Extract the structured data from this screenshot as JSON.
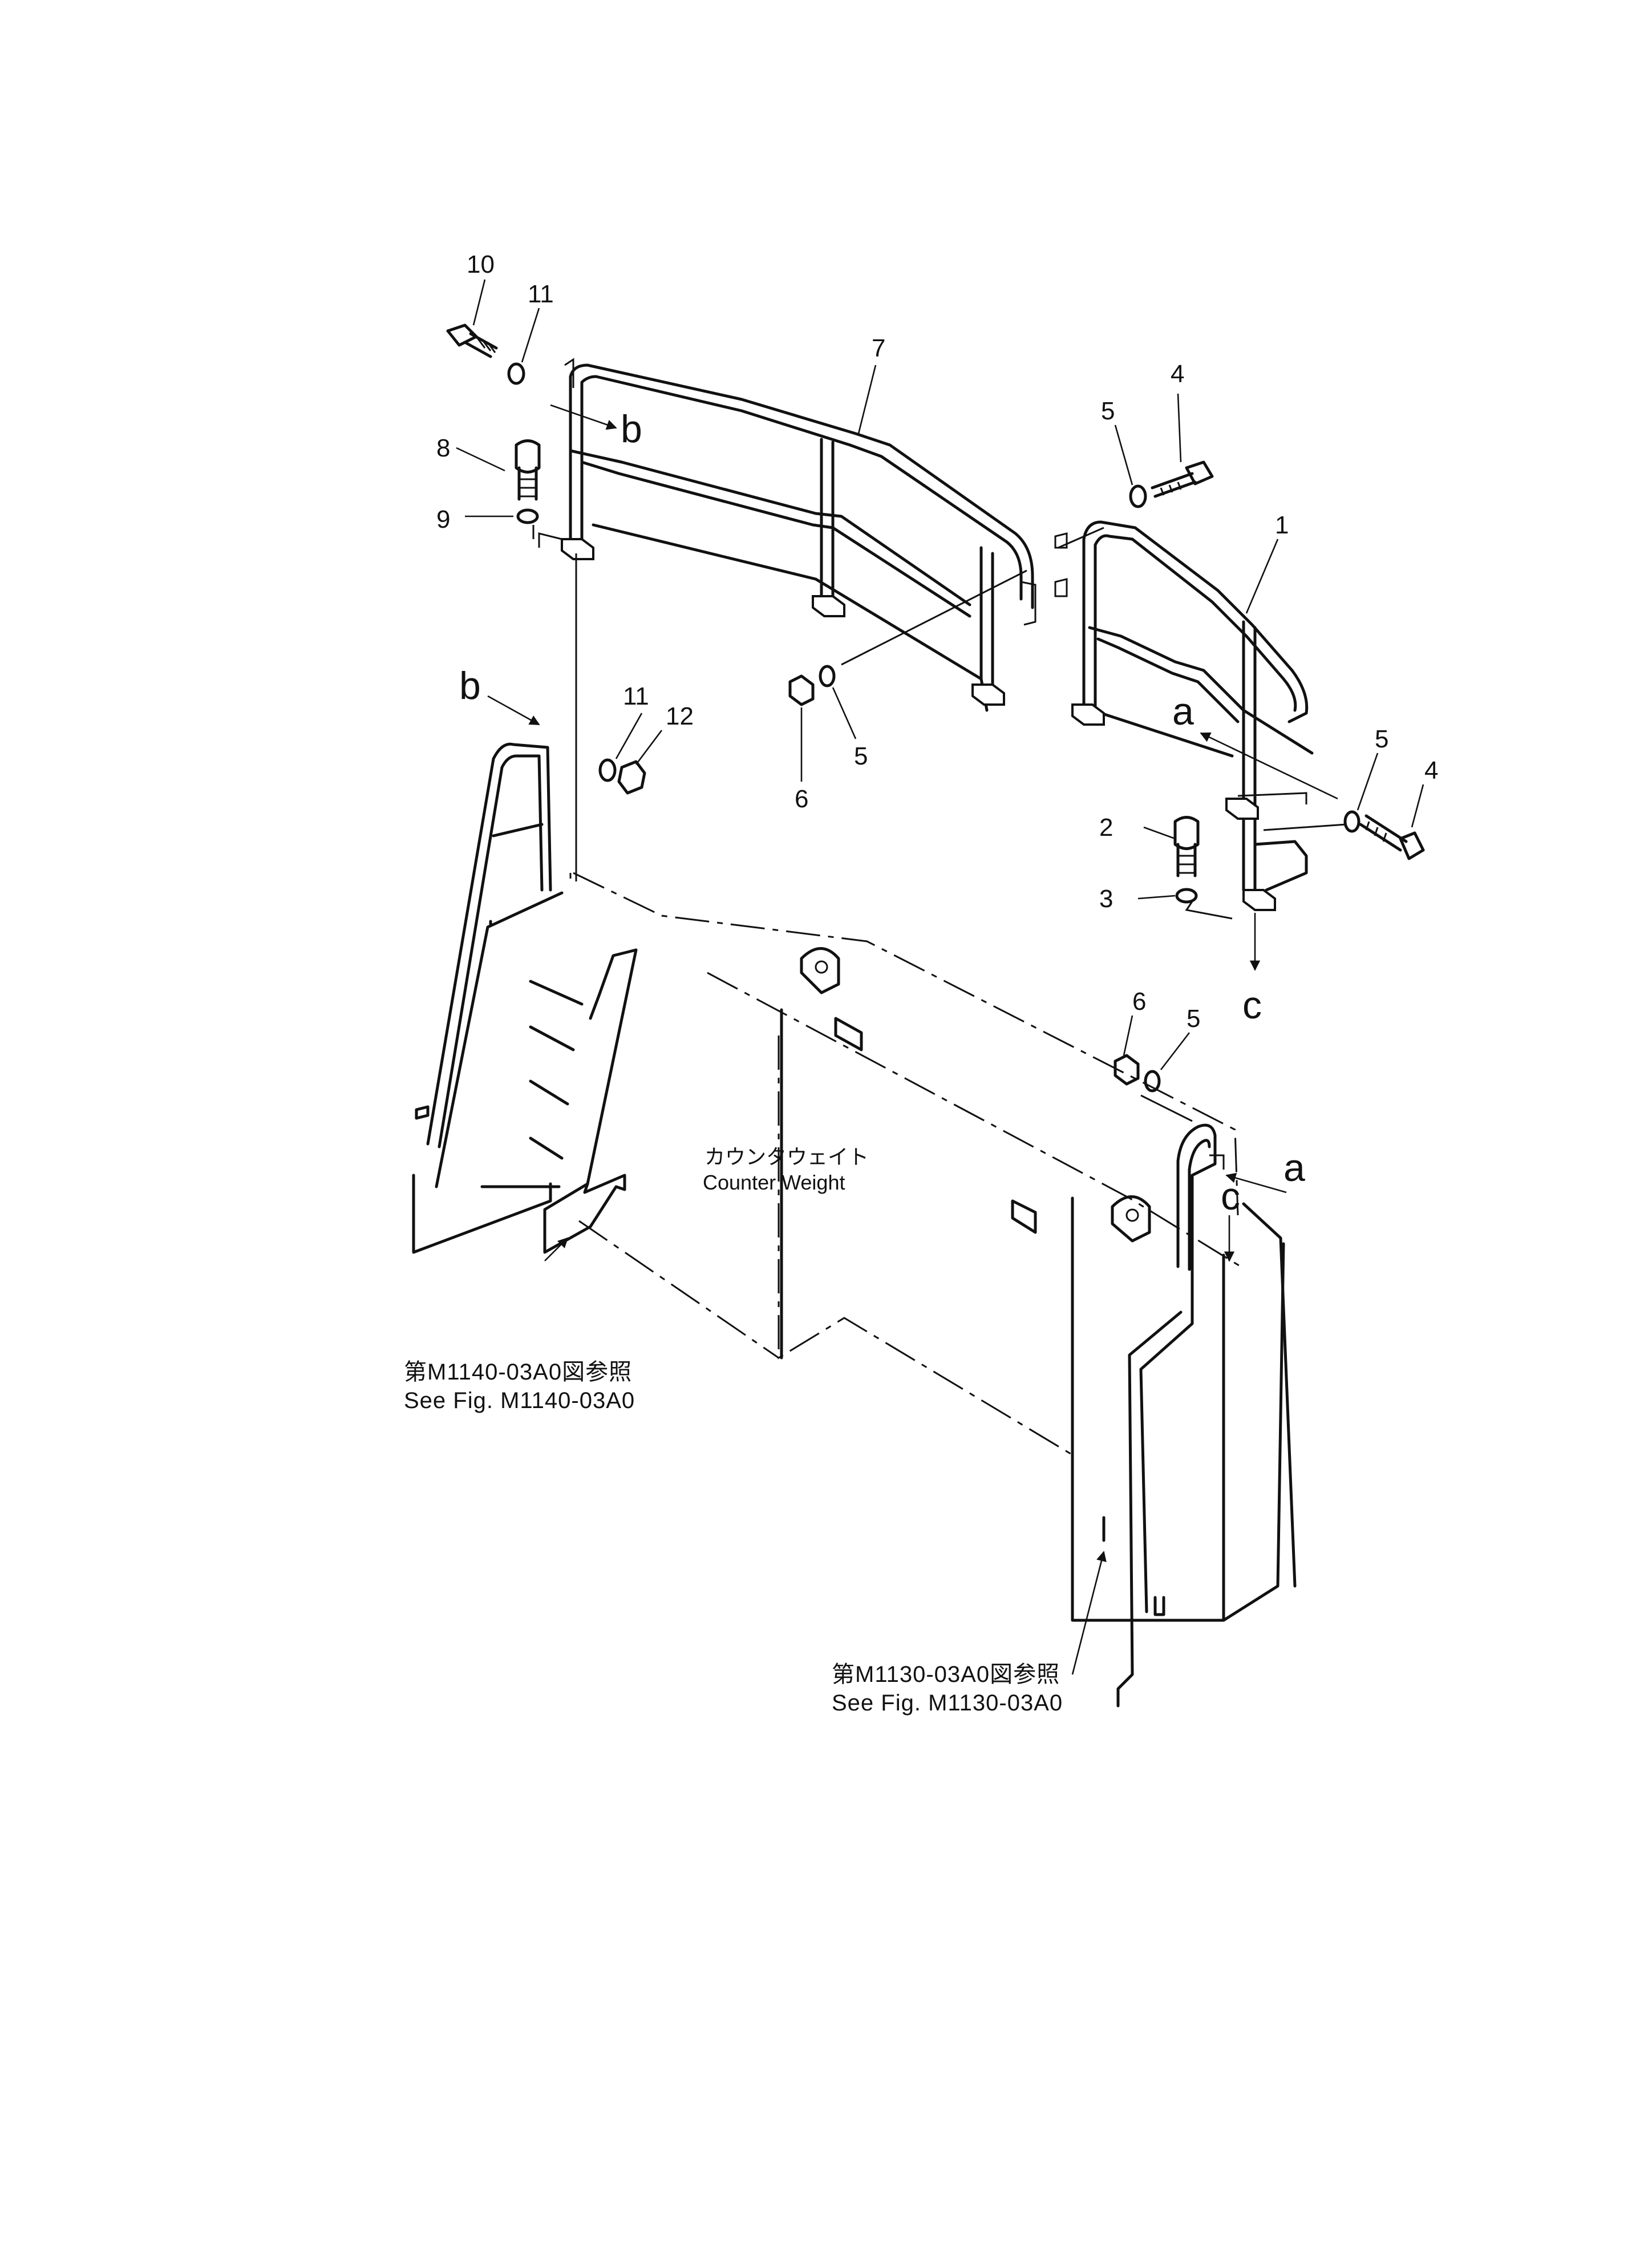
{
  "callouts": {
    "c1": "1",
    "c2": "2",
    "c3": "3",
    "c4a": "4",
    "c4b": "4",
    "c5a": "5",
    "c5b": "5",
    "c5c": "5",
    "c5d": "5",
    "c6a": "6",
    "c6b": "6",
    "c7": "7",
    "c8": "8",
    "c9": "9",
    "c10": "10",
    "c11a": "11",
    "c11b": "11",
    "c12": "12"
  },
  "connectors": {
    "a_top": "a",
    "a_bottom": "a",
    "b_top": "b",
    "b_left": "b",
    "c_top": "c",
    "c_bottom": "c"
  },
  "counterweight_label": {
    "jp": "カウンタウェイト",
    "en": "Counter Weight"
  },
  "references": {
    "stairs_jp": "第M1140-03A0図参照",
    "stairs_en": "See  Fig. M1140-03A0",
    "ladder_jp": "第M1130-03A0図参照",
    "ladder_en": "See  Fig. M1130-03A0"
  }
}
